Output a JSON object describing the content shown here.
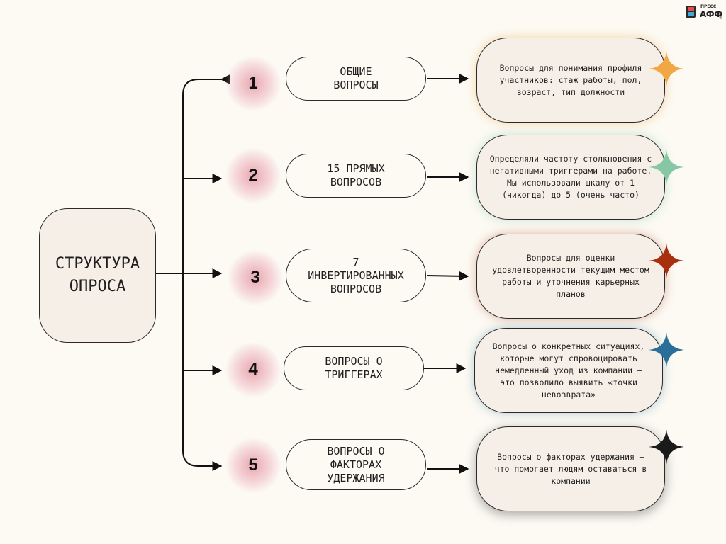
{
  "logo": {
    "small_text": "ПРЕСС",
    "big_text": "АФФ",
    "reg": "®"
  },
  "main": {
    "title": "СТРУКТУРА\nОПРОСА"
  },
  "items": [
    {
      "number": "1",
      "label": "ОБЩИЕ\nВОПРОСЫ",
      "description": "Вопросы для понимания профиля участников: стаж работы, пол, возраст, тип должности",
      "accent_color": "#f2a745"
    },
    {
      "number": "2",
      "label": "15 ПРЯМЫХ\nВОПРОСОВ",
      "description": "Определяли частоту столкновения с негативными триггерами на работе.\nМы использовали шкалу от 1 (никогда) до 5 (очень часто)",
      "accent_color": "#86c8a4"
    },
    {
      "number": "3",
      "label": "7\nИНВЕРТИРОВАННЫХ\nВОПРОСОВ",
      "description": "Вопросы для оценки удовлетворенности текущим местом работы и уточнения карьерных планов",
      "accent_color": "#a8300f"
    },
    {
      "number": "4",
      "label": "ВОПРОСЫ О\nТРИГГЕРАХ",
      "description": "Вопросы о конкретных ситуациях, которые могут спровоцировать немедленный уход из компании — это позволило выявить «точки невозврата»",
      "accent_color": "#2a6f9a"
    },
    {
      "number": "5",
      "label": "ВОПРОСЫ О\nФАКТОРАХ\nУДЕРЖАНИЯ",
      "description": "Вопросы о факторах удержания — что помогает людям оставаться в компании",
      "accent_color": "#1a1a1a"
    }
  ]
}
